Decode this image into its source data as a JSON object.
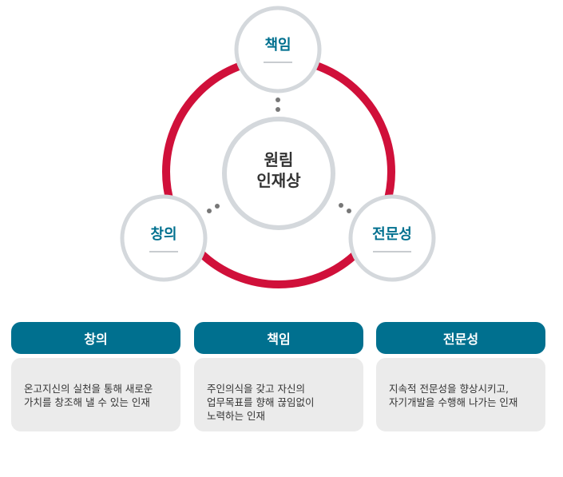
{
  "diagram": {
    "center_label_line1": "원림",
    "center_label_line2": "인재상",
    "top_node": "책임",
    "left_node": "창의",
    "right_node": "전문성"
  },
  "cards": [
    {
      "title": "창의",
      "description": "온고지신의 실천을 통해 새로운\n가치를 창조해 낼 수 있는 인재"
    },
    {
      "title": "책임",
      "description": "주인의식을 갖고 자신의\n업무목표를 향해 끊임없이\n노력하는 인재"
    },
    {
      "title": "전문성",
      "description": "지속적 전문성을 향상시키고,\n자기개발을 수행해 나가는 인재"
    }
  ],
  "colors": {
    "ring": "#d0103a",
    "node_border": "#d4d8dc",
    "node_text": "#00708f",
    "center_text": "#333333",
    "card_header": "#00708f",
    "card_body": "#ebebeb",
    "dots": "#777777"
  }
}
